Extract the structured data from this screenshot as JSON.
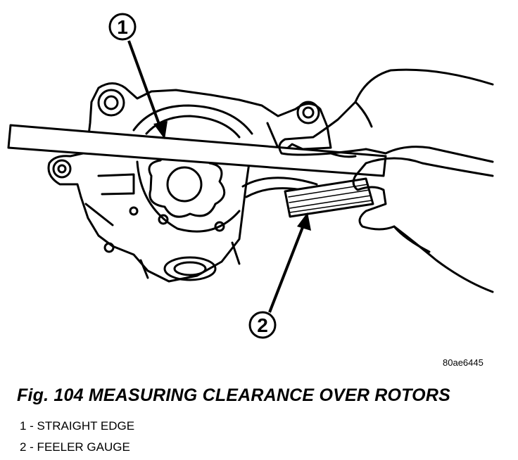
{
  "callouts": [
    {
      "number": "1"
    },
    {
      "number": "2"
    }
  ],
  "figure_code": "80ae6445",
  "caption": "Fig. 104 MEASURING CLEARANCE OVER ROTORS",
  "legend": [
    {
      "text": "1 - STRAIGHT EDGE"
    },
    {
      "text": "2 - FEELER GAUGE"
    }
  ]
}
